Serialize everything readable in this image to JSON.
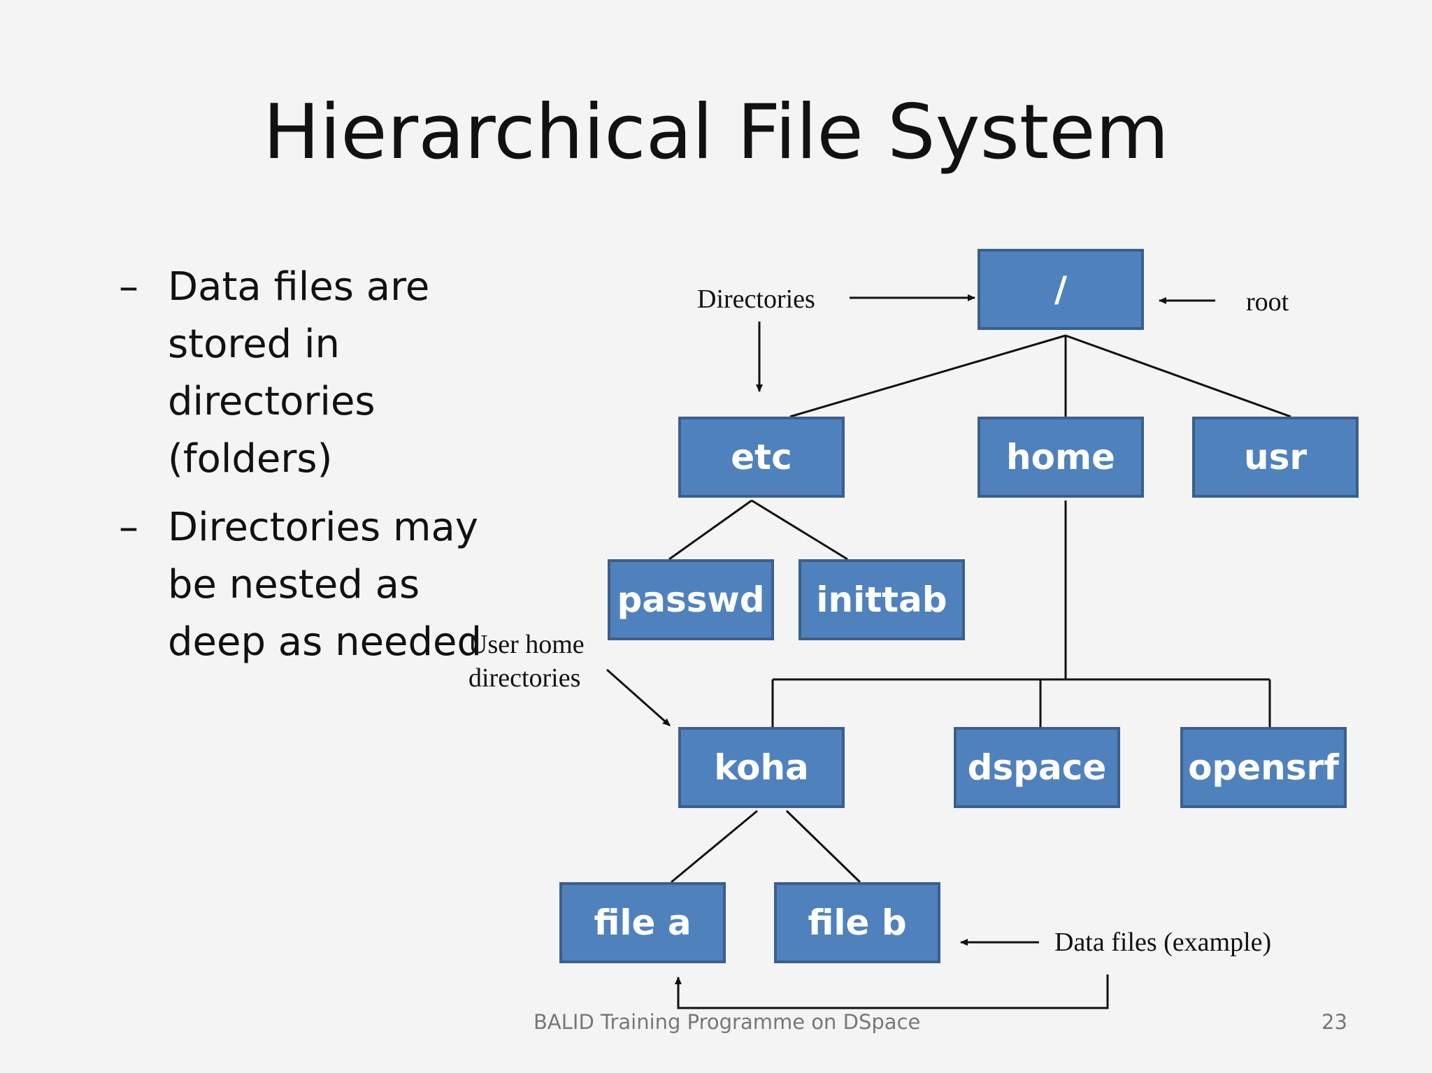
{
  "title": "Hierarchical File System",
  "bullets": [
    {
      "dash": "–",
      "text": "Data files are stored in directories (folders)"
    },
    {
      "dash": "–",
      "text": "Directories may be nested as deep as needed"
    }
  ],
  "nodes": {
    "root": "/",
    "etc": "etc",
    "home": "home",
    "usr": "usr",
    "passwd": "passwd",
    "inittab": "inittab",
    "koha": "koha",
    "dspace": "dspace",
    "opensrf": "opensrf",
    "file_a": "file a",
    "file_b": "file b"
  },
  "annotations": {
    "directories": "Directories",
    "root": "root",
    "user_home_line1": "User home",
    "user_home_line2": "directories",
    "data_files": "Data files (example)"
  },
  "footer": {
    "text": "BALID Training Programme on DSpace",
    "page_number": "23"
  },
  "colors": {
    "box_fill": "#4f81bd",
    "box_border": "#3b5f8e",
    "background": "#f4f4f5"
  }
}
